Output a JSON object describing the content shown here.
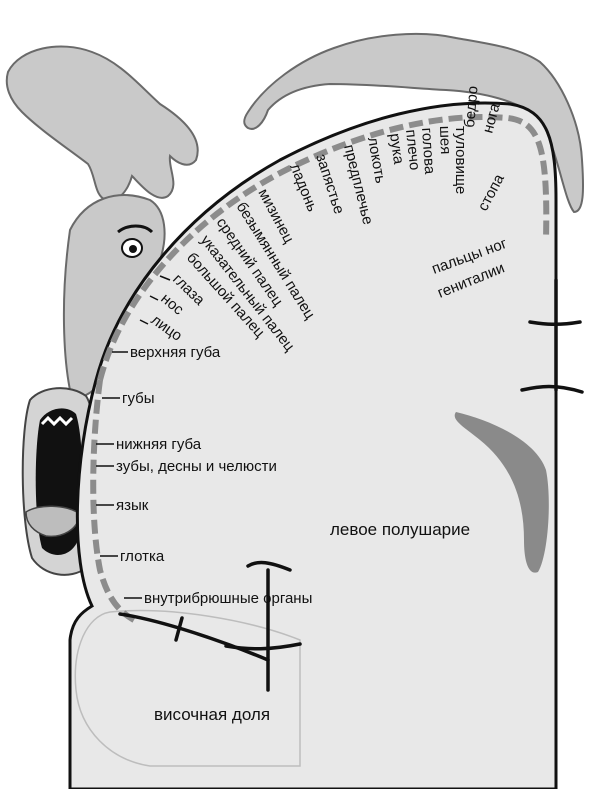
{
  "colors": {
    "hemisphere": "#e8e8e8",
    "outline": "#111111",
    "cortex_band": "#8c8c8c",
    "figure_fill": "#c9c9c9",
    "figure_stroke": "#6a6a6a",
    "ventricle": "#8a8a8a"
  },
  "regions": {
    "left_hemisphere": "левое полушарие",
    "temporal_lobe": "височная доля"
  },
  "body_parts": [
    "мизинец",
    "безымянный палец",
    "средний палец",
    "указательный палец",
    "большой палец",
    "глаза",
    "нос",
    "лицо",
    "верхняя губа",
    "губы",
    "нижняя губа",
    "зубы, десны и челюсти",
    "язык",
    "глотка",
    "внутрибрюшные органы",
    "ладонь",
    "запястье",
    "предплечье",
    "локоть",
    "рука",
    "плечо",
    "голова",
    "шея",
    "туловище",
    "бедро",
    "нога",
    "стопа",
    "пальцы ног",
    "гениталии"
  ]
}
